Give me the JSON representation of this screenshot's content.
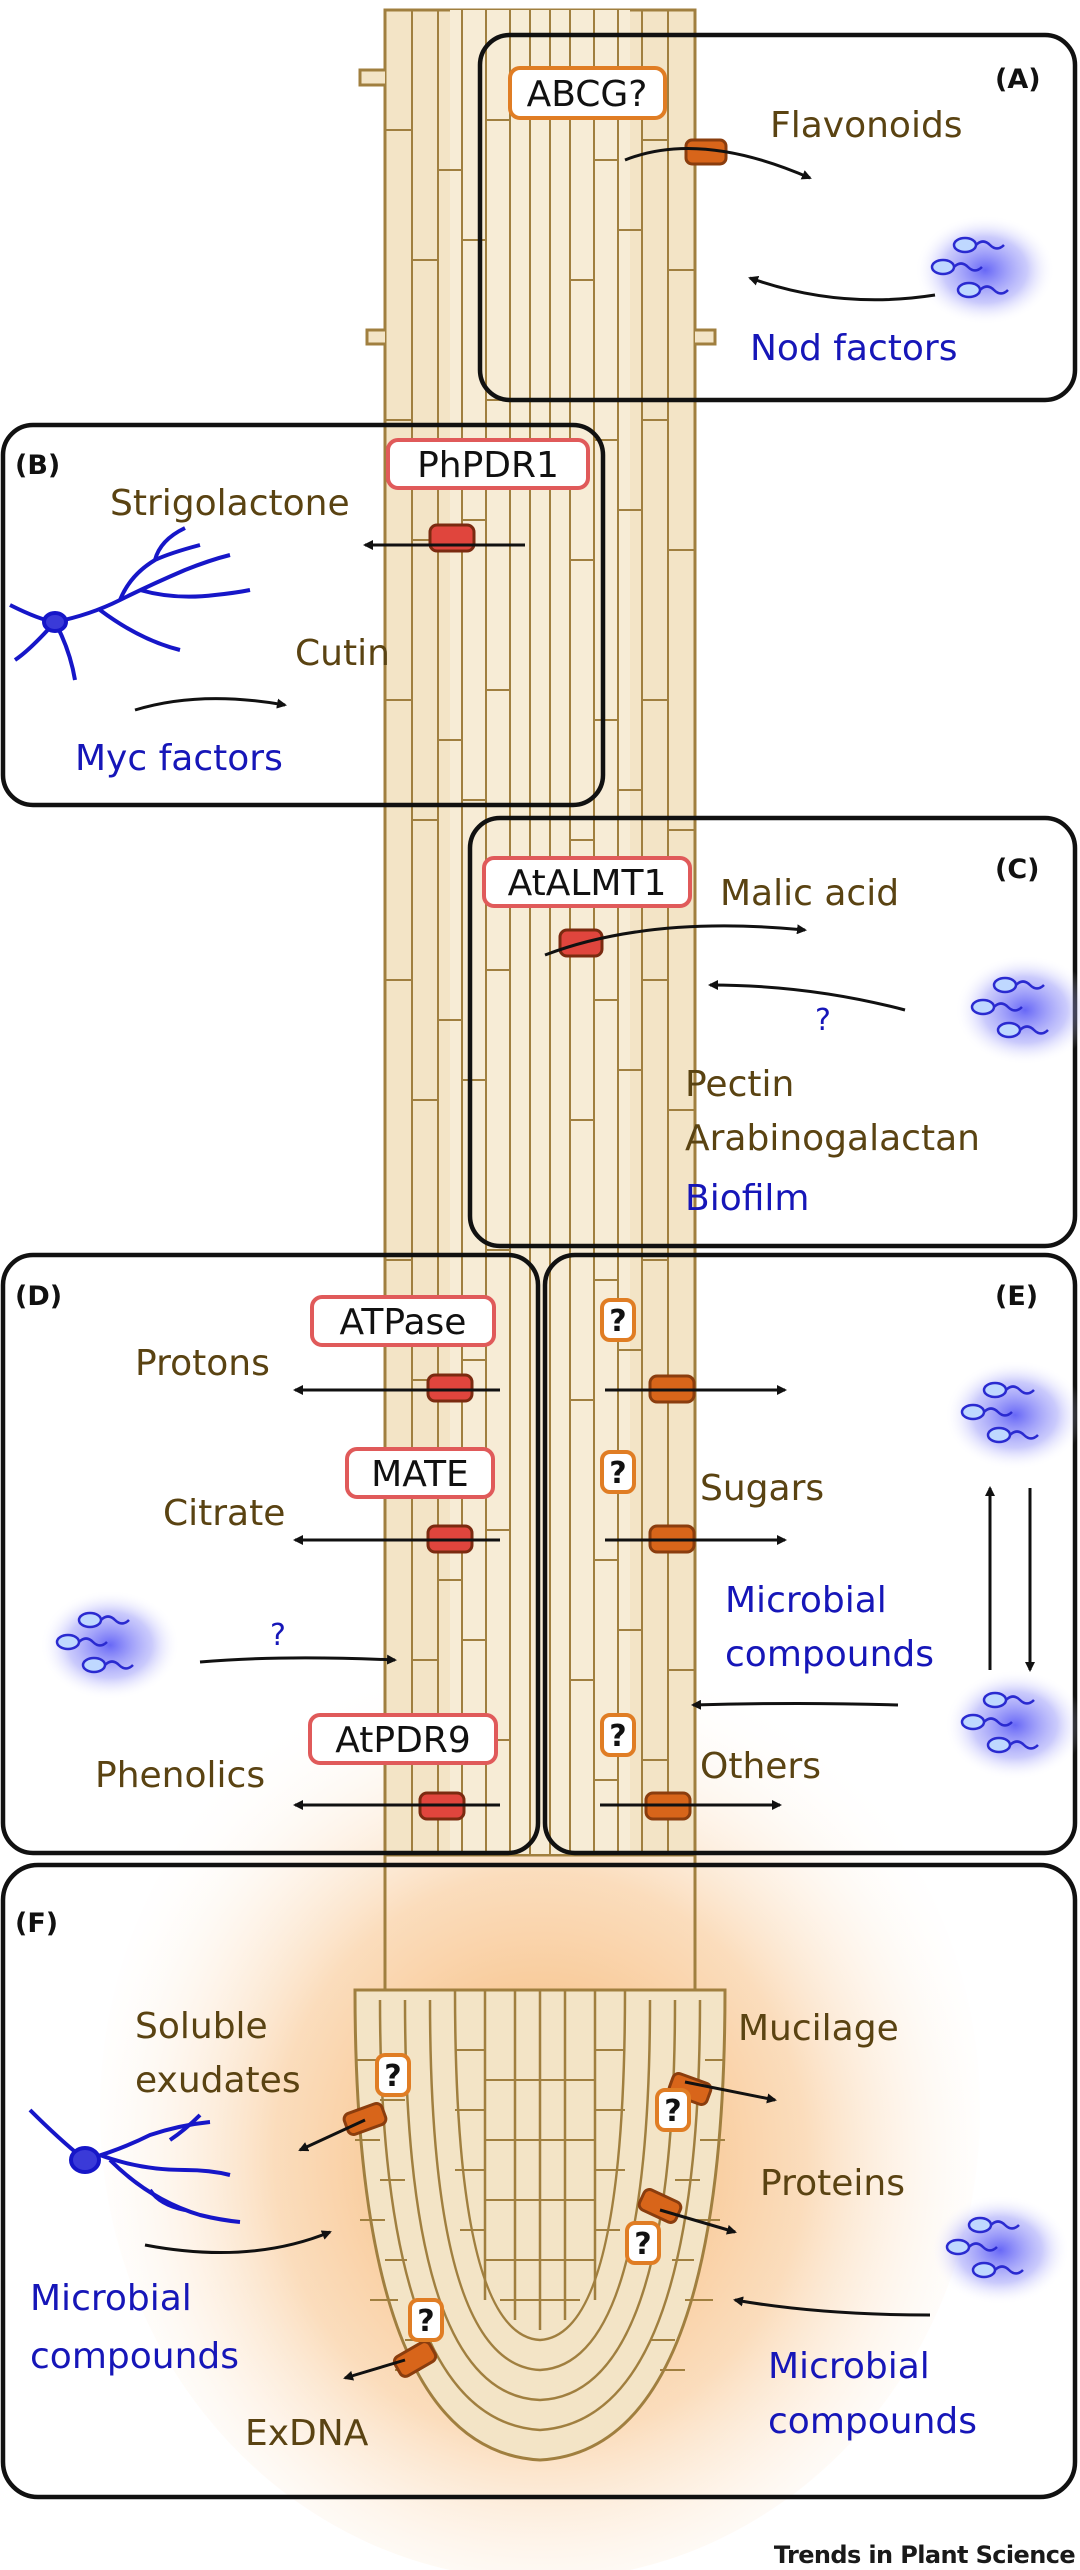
{
  "panels": {
    "a": {
      "letter": "(A)",
      "transporter": "ABCG?",
      "export": "Flavonoids",
      "signal": "Nod factors"
    },
    "b": {
      "letter": "(B)",
      "transporter": "PhPDR1",
      "export": "Strigolactone",
      "extra": "Cutin",
      "signal": "Myc factors"
    },
    "c": {
      "letter": "(C)",
      "transporter": "AtALMT1",
      "export": "Malic acid",
      "unknown": "?",
      "extra1": "Pectin",
      "extra2": "Arabinogalactan",
      "signal": "Biofilm"
    },
    "d": {
      "letter": "(D)",
      "t1": "ATPase",
      "e1": "Protons",
      "t2": "MATE",
      "e2": "Citrate",
      "unknown": "?",
      "t3": "AtPDR9",
      "e3": "Phenolics"
    },
    "e": {
      "letter": "(E)",
      "q": "?",
      "e1": "Sugars",
      "signal1": "Microbial",
      "signal2": "compounds",
      "e2": "Others"
    },
    "f": {
      "letter": "(F)",
      "q": "?",
      "ex1a": "Soluble",
      "ex1b": "exudates",
      "ex2": "Mucilage",
      "ex3": "Proteins",
      "ex4": "ExDNA",
      "sig1a": "Microbial",
      "sig1b": "compounds",
      "sig2a": "Microbial",
      "sig2b": "compounds"
    }
  },
  "footer": "Trends in Plant Science",
  "colors": {
    "brown_text": "#5a4312",
    "blue_text": "#1616b8",
    "transporter_red": "#e0453d",
    "transporter_orange": "#d8651a",
    "root_fill": "#f3e4c6",
    "root_stroke": "#a07f3f",
    "tip_glow": "#f4a95a"
  }
}
